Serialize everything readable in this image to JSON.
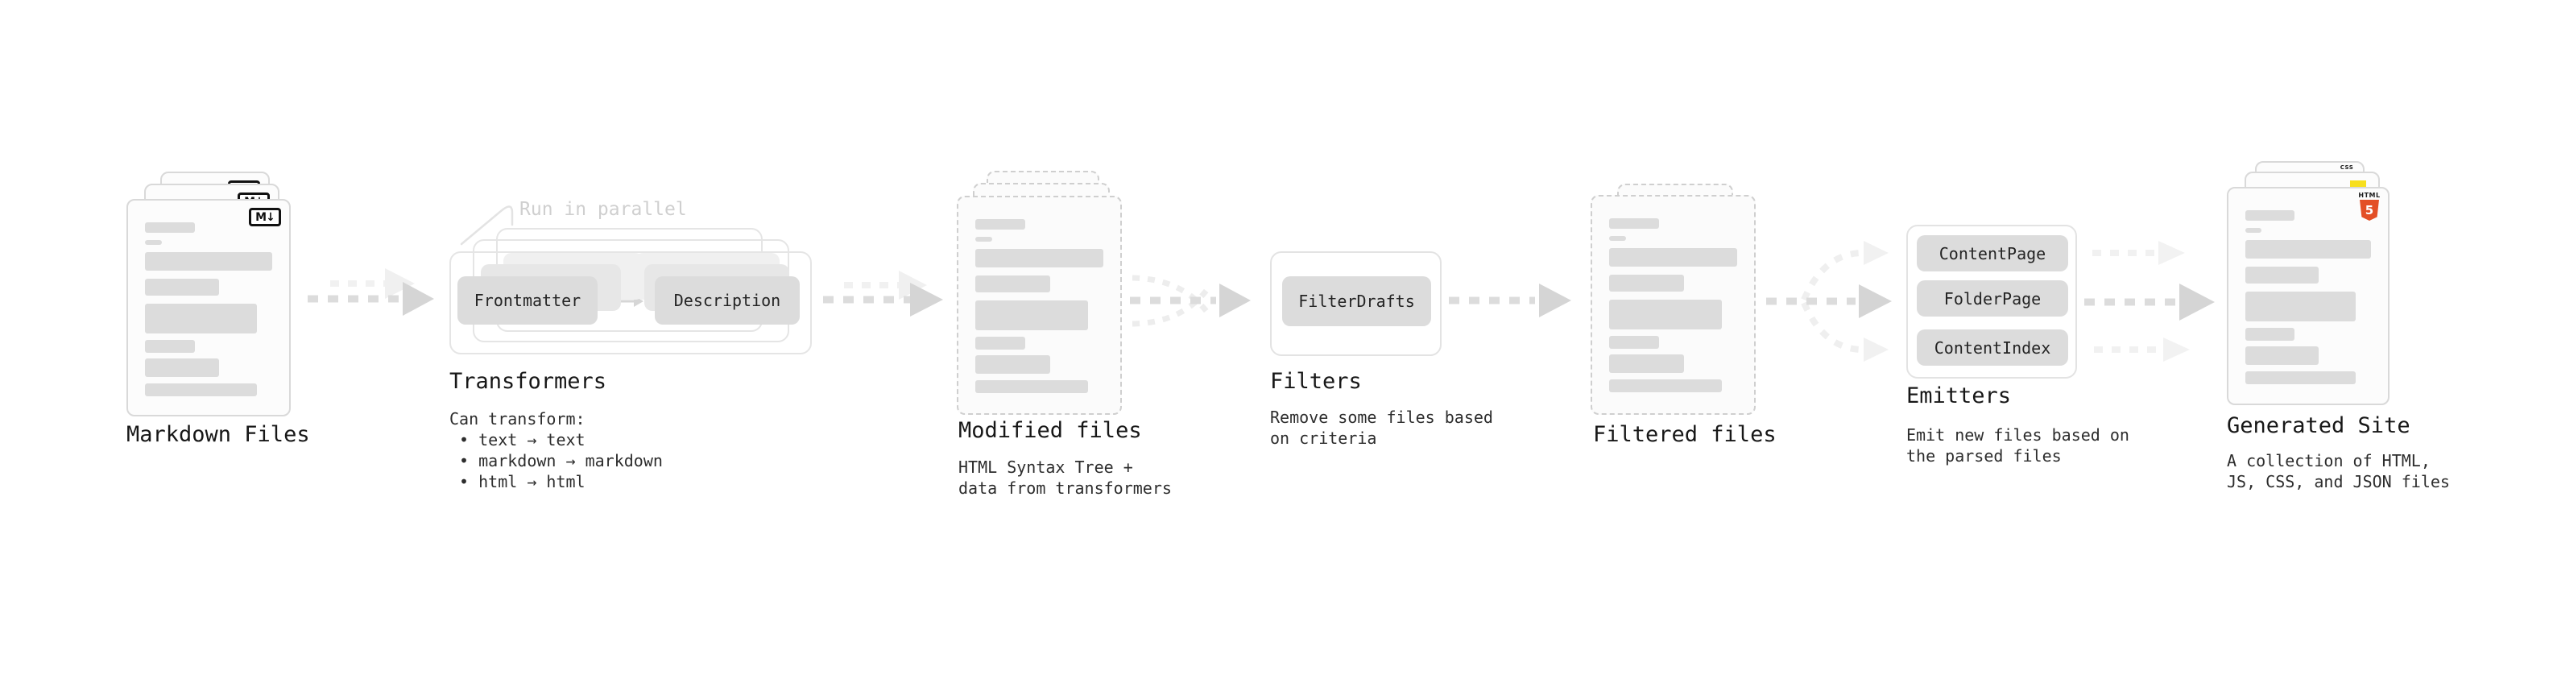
{
  "colors": {
    "html5_orange": "#e34f26",
    "js_yellow": "#f7df1e",
    "css_blue": "#2965f1"
  },
  "nodes": {
    "markdown": {
      "title": "Markdown Files",
      "badge": "M↓",
      "icon": "markdown-icon"
    },
    "transformers": {
      "title": "Transformers",
      "annotation": "Run in parallel",
      "pill_left": "Frontmatter",
      "pill_right": "Description",
      "desc": "Can transform:\n • text → text\n • markdown → markdown\n • html → html"
    },
    "modified": {
      "title": "Modified files",
      "desc": "HTML Syntax Tree +\ndata from transformers"
    },
    "filters": {
      "title": "Filters",
      "pill": "FilterDrafts",
      "desc": "Remove some files based\non criteria"
    },
    "filtered": {
      "title": "Filtered files"
    },
    "emitters": {
      "title": "Emitters",
      "pills": [
        "ContentPage",
        "FolderPage",
        "ContentIndex"
      ],
      "desc": "Emit new files based on\nthe parsed files"
    },
    "generated": {
      "title": "Generated Site",
      "desc": "A collection of HTML,\nJS, CSS, and JSON files",
      "badge_html_top": "HTML",
      "badge_html_num": "5",
      "badge_css": "CSS"
    }
  }
}
